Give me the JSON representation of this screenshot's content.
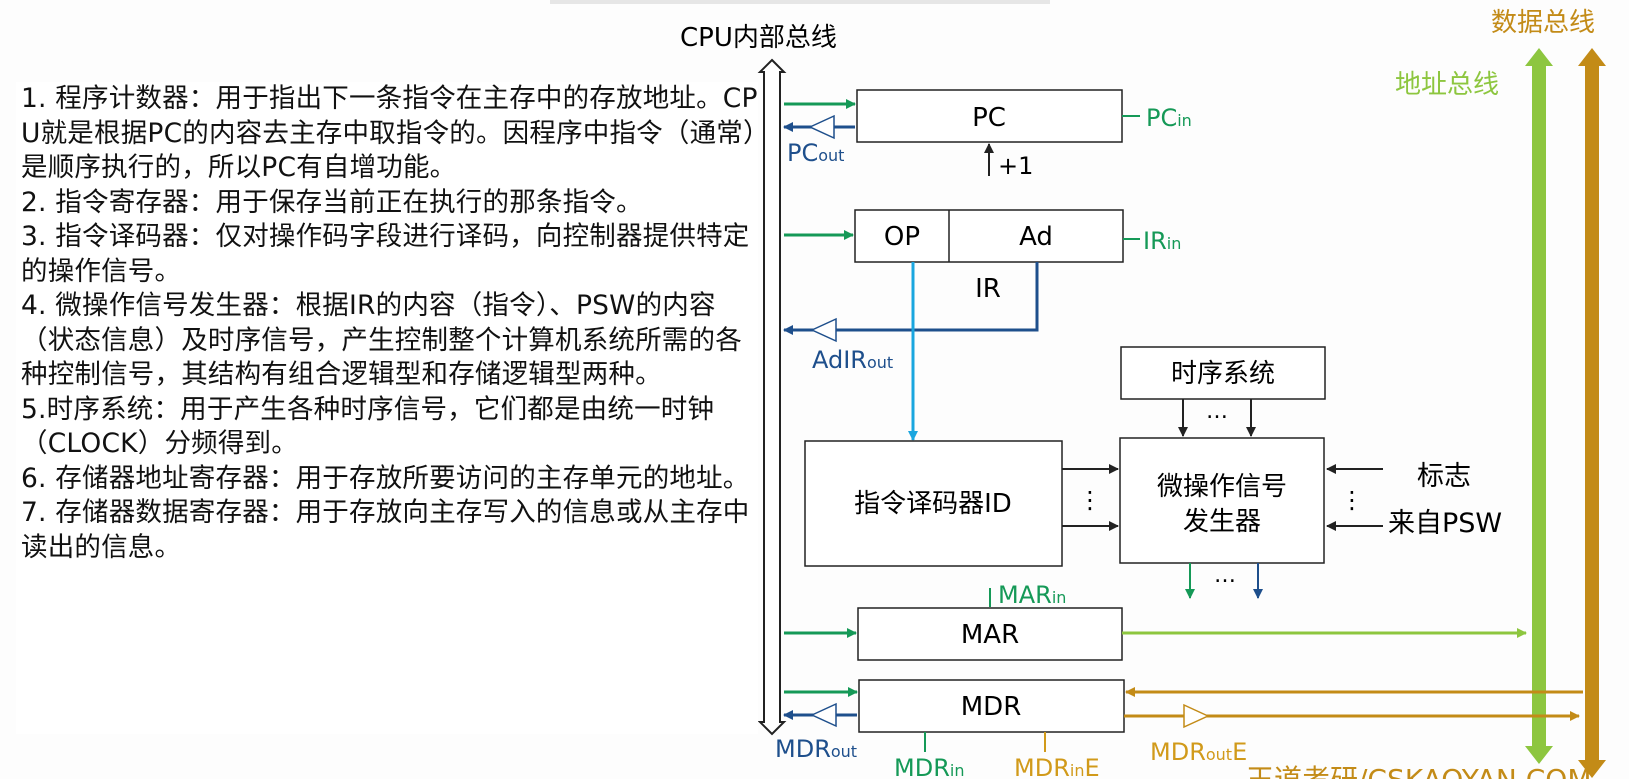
{
  "colors": {
    "internal_bus": "#222222",
    "green": "#159957",
    "dark_blue": "#1e4f8c",
    "light_blue": "#1aa6df",
    "address_bus": "#8dc63f",
    "data_bus": "#c38b17",
    "orange_label": "#d19a1a"
  },
  "buses": {
    "internal": "CPU内部总线",
    "data": "数据总线",
    "address": "地址总线"
  },
  "registers": {
    "pc": "PC",
    "op": "OP",
    "ad": "Ad",
    "ir": "IR",
    "timing": "时序系统",
    "decoder": "指令译码器ID",
    "signal_gen_line1": "微操作信号",
    "signal_gen_line2": "发生器",
    "mar": "MAR",
    "mdr": "MDR"
  },
  "signals": {
    "pc_in": {
      "base": "PC",
      "sub": "in"
    },
    "pc_out": {
      "base": "PC",
      "sub": "out"
    },
    "plus_one": "+1",
    "ir_in": {
      "base": "IR",
      "sub": "in"
    },
    "adir_out": {
      "base": "AdIR",
      "sub": "out"
    },
    "mar_in": {
      "base": "MAR",
      "sub": "in"
    },
    "mdr_out": {
      "base": "MDR",
      "sub": "out"
    },
    "mdr_in": {
      "base": "MDR",
      "sub": "in"
    },
    "mdr_in_e": {
      "base": "MDR",
      "sub": "in",
      "tail": "E"
    },
    "mdr_out_e": {
      "base": "MDR",
      "sub": "out",
      "tail": "E"
    },
    "flag_line1": "标志",
    "flag_line2": "来自PSW",
    "ellipsis": "…",
    "vdots": "⋮"
  },
  "notes": [
    "1. 程序计数器：用于指出下一条指令在主存中的存放地址。CPU就是根据PC的内容去主存中取指令的。因程序中指令（通常）是顺序执行的，所以PC有自增功能。",
    "2. 指令寄存器：用于保存当前正在执行的那条指令。",
    "3. 指令译码器：仅对操作码字段进行译码，向控制器提供特定的操作信号。",
    "4. 微操作信号发生器：根据IR的内容（指令）、PSW的内容（状态信息）及时序信号，产生控制整个计算机系统所需的各种控制信号，其结构有组合逻辑型和存储逻辑型两种。",
    "5.时序系统：用于产生各种时序信号，它们都是由统一时钟（CLOCK）分频得到。",
    "6. 存储器地址寄存器：用于存放所要访问的主存单元的地址。",
    "7. 存储器数据寄存器：用于存放向主存写入的信息或从主存中读出的信息。"
  ],
  "watermark": "王道考研/CSKAOYAN.COM"
}
